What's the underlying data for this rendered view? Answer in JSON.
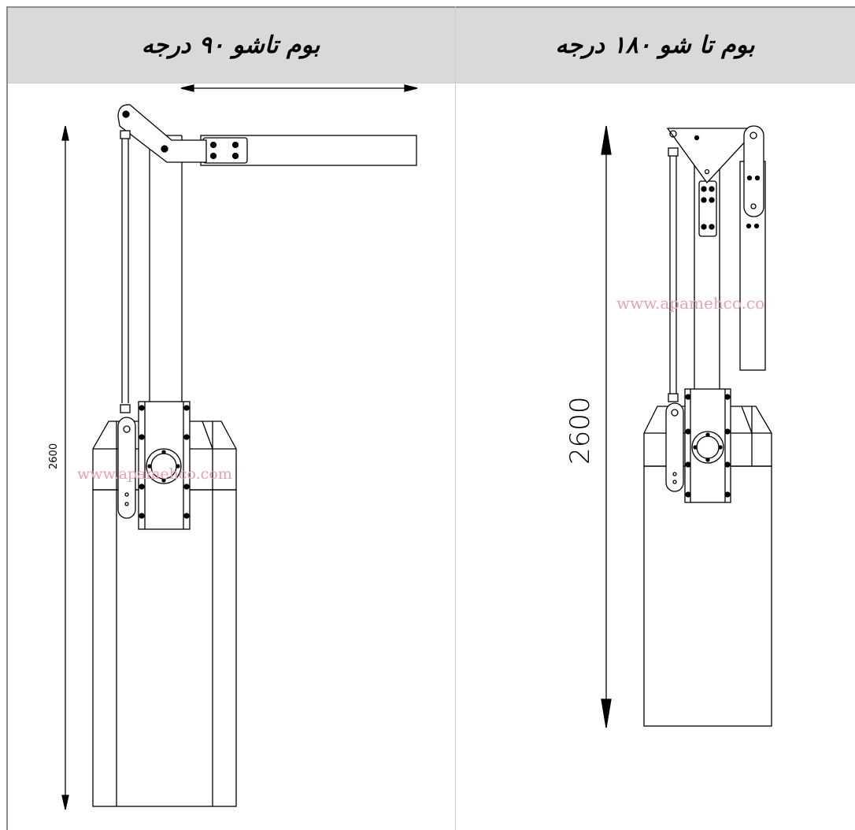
{
  "headers": {
    "left": "بوم تاشو ۹۰ درجه",
    "right": "بوم تا شو ۱۸۰ درجه"
  },
  "left_drawing": {
    "dimension": "2600",
    "watermark": "www.apamehco.com"
  },
  "right_drawing": {
    "dimension": "2600",
    "watermark": "www.apamehco.co"
  }
}
